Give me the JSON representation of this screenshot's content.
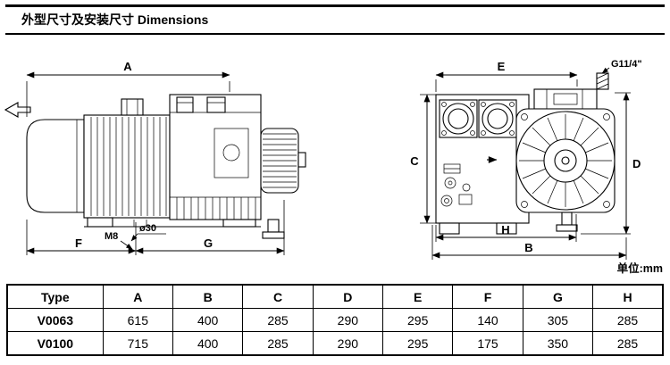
{
  "page": {
    "title": "外型尺寸及安装尺寸 Dimensions",
    "unit_label": "单位:mm"
  },
  "dims": {
    "a": "A",
    "b": "B",
    "c": "C",
    "d": "D",
    "e": "E",
    "f": "F",
    "g": "G",
    "h": "H",
    "m8": "M8",
    "dia30": "ø30",
    "thread": "G11/4\""
  },
  "table": {
    "headers": [
      "Type",
      "A",
      "B",
      "C",
      "D",
      "E",
      "F",
      "G",
      "H"
    ],
    "rows": [
      [
        "V0063",
        "615",
        "400",
        "285",
        "290",
        "295",
        "140",
        "305",
        "285"
      ],
      [
        "V0100",
        "715",
        "400",
        "285",
        "290",
        "295",
        "175",
        "350",
        "285"
      ]
    ]
  }
}
